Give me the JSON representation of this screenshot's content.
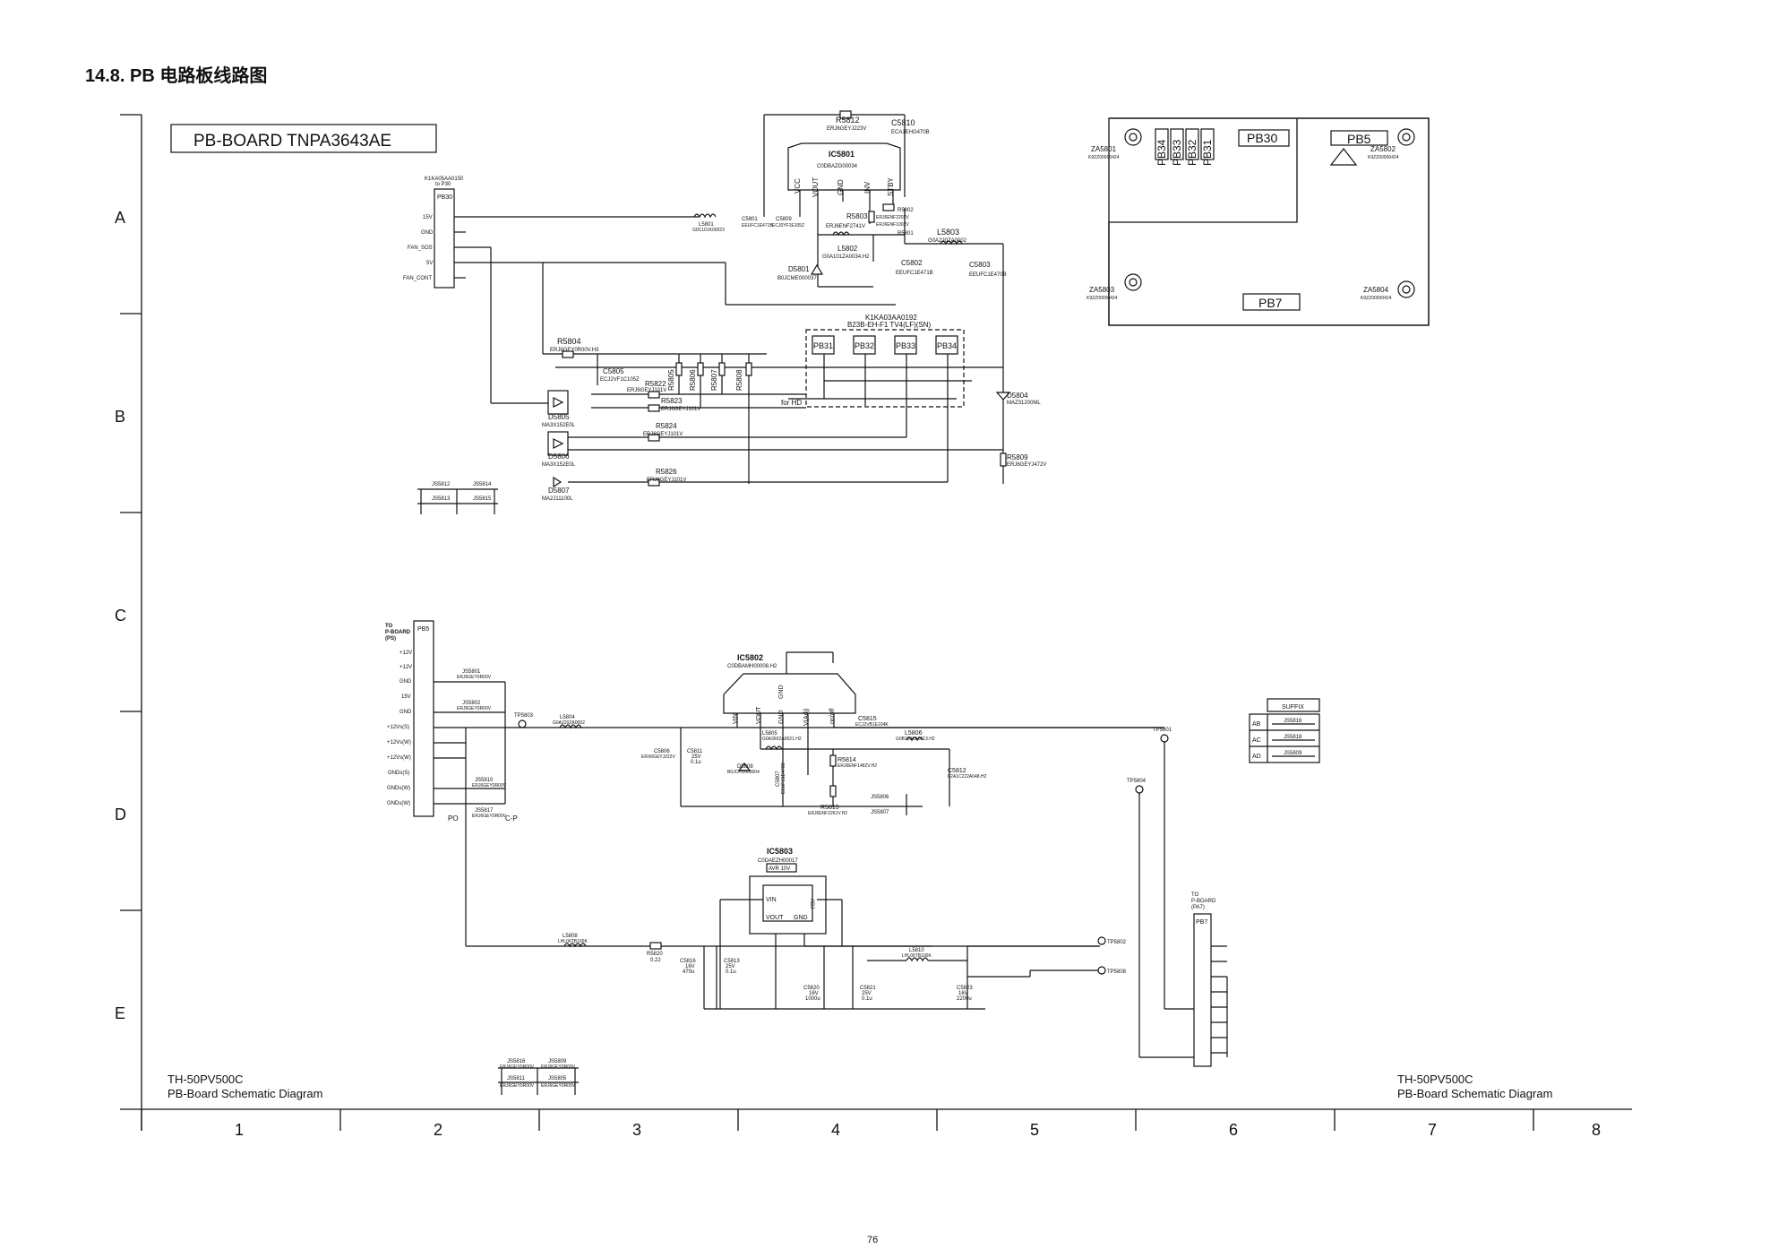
{
  "section_heading": "14.8. PB 电路板线路图",
  "board_title": "PB-BOARD TNPA3643AE",
  "row_labels": [
    "A",
    "B",
    "C",
    "D",
    "E"
  ],
  "col_labels": [
    "1",
    "2",
    "3",
    "4",
    "5",
    "6",
    "7",
    "8"
  ],
  "page_number": "76",
  "footer_left": {
    "model": "TH-50PV500C",
    "caption": "PB-Board Schematic Diagram"
  },
  "footer_right": {
    "model": "TH-50PV500C",
    "caption": "PB-Board Schematic Diagram"
  },
  "connector_pb30": {
    "part": "K1KA05AA0150",
    "note": "to P30",
    "name": "PB30",
    "pins": [
      "15V",
      "GND",
      "FAN_SOS",
      "5V",
      "FAN_CONT"
    ]
  },
  "ic5801": {
    "ref": "IC5801",
    "part": "C0DBAZG00034",
    "pins": [
      "VCC",
      "VOUT",
      "GND",
      "INV",
      "STBY"
    ]
  },
  "upper_parts": {
    "r5812": "R5812",
    "r5812_val": "ERJ6GEYJ223V",
    "c5810": "C5810",
    "c5810_val": "ECA1EHG470B",
    "l5801": "L5801",
    "l5801_val": "G0C101K00023",
    "c5801": "C5801",
    "c5801_val": "EEUFC1E471B",
    "c5809": "C5809",
    "c5809_val": "ECJ0YF1E105Z",
    "r5803": "R5803",
    "r5803_val": "ERJ6ENF2741V",
    "r5802": "R5802",
    "r5802_val": "ERJ6ENF2202V",
    "r5801": "R5801",
    "r5801_val": "ERJ6ENF1002V",
    "l5802": "L5802",
    "l5802_val": "G0A101ZA0034.H2",
    "d5801": "D5801",
    "d5801_val": "B0JCME000037",
    "l5803": "L5803",
    "l5803_val": "G0A220ZA0002",
    "c5802": "C5802",
    "c5802_val": "EEUFC1E471B",
    "c5803": "C5803",
    "c5803_val": "EEUFC1E470B"
  },
  "connector_hd": {
    "part": "K1KA03AA0192",
    "note": "B23B-EH-F1 TV4(LF)(SN)",
    "names": [
      "PB31",
      "PB32",
      "PB33",
      "PB34"
    ],
    "for_label": "for HD"
  },
  "mid_parts": {
    "r5804": "R5804",
    "r5804_val": "ERJ6GEY0R00V.H3",
    "c5805": "C5805",
    "c5805_val": "ECJ2VF1C105Z",
    "r5822": "R5822",
    "r5822_val": "ERJ6GEYJ101V",
    "r5823": "R5823",
    "r5823_val": "ERJ6GEYJ101V",
    "r5805": "R5805",
    "r5806": "R5806",
    "r5807": "R5807",
    "r5808": "R5808",
    "d5805": "D5805",
    "d5805_val": "MA3X152E0L",
    "d5806": "D5806",
    "d5806_val": "MA3X152E0L",
    "r5824": "R5824",
    "r5824_val": "ERJ6GEYJ101V",
    "r5826": "R5826",
    "r5826_val": "ERJ6GEYJ101V",
    "d5807": "D5807",
    "d5807_val": "MA2J11100L",
    "d5804": "D5804",
    "d5804_val": "MAZ31200ML",
    "r5809": "R5809",
    "r5809_val": "ERJ6GEYJ472V"
  },
  "jumpers_a": [
    "JS5812",
    "JS5814",
    "JS5813",
    "JS5815"
  ],
  "board_view": {
    "connectors": [
      "PB34",
      "PB33",
      "PB32",
      "PB31",
      "PB30",
      "PB5",
      "PB7"
    ],
    "za5801": "ZA5801",
    "za5802": "ZA5802",
    "za5803": "ZA5803",
    "za5804": "ZA5804",
    "za_part": "K9ZZ00000424"
  },
  "connector_pb5": {
    "to": "TO",
    "to2": "P-BOARD",
    "to3": "(PS)",
    "name": "PB5",
    "pins": [
      "+12V",
      "+12V",
      "GND",
      "15V",
      "GND",
      "+12Vs(S)",
      "+12Vs(W)",
      "+12Vs(W)",
      "GNDs(S)",
      "GNDs(W)",
      "GNDs(W)"
    ],
    "js5801": "JS5801",
    "js5801_val": "ERJ6GEY0R00V",
    "js5802": "JS5802",
    "js5802_val": "ERJ6GEY0R00V",
    "js5810": "JS5810",
    "js5810_val": "ERJ6GEY0R00V",
    "js5817": "JS5817",
    "js5817_val": "ERJ6GEY0R00V",
    "po": "PO",
    "cp": "C-P"
  },
  "ic5802": {
    "ref": "IC5802",
    "part": "C0DBAMH00008.H2",
    "pins": [
      "VIN",
      "VOUT",
      "GND",
      "GND",
      "V(Adj)",
      "on/off"
    ]
  },
  "lower_parts": {
    "tp5803": "TP5803",
    "tp5801": "TP5801",
    "tp5804": "TP5804",
    "tp5802": "TP5802",
    "tp5808": "TP5808",
    "l5804": "L5804",
    "l5804_val": "G0A220ZA0002",
    "c5806": "C5806",
    "c5806_val": "ERX6GEYJ222V",
    "c5811": "C5811",
    "c5811_v": "25V",
    "c5811_c": "0.1u",
    "l5805": "L5805",
    "l5805_val": "G0A390ZA0021.H2",
    "d5808": "D5808",
    "d5808_val": "B0JCPD000004",
    "c5807": "C5807",
    "c5807_val": "EEUFC1E470B",
    "c5815": "C5815",
    "c5815_val": "ECJ2VB1E104K",
    "l5806": "L5806",
    "l5806_val": "G0B150ZA0013.H2",
    "r5814": "R5814",
    "r5814_val": "ERJ6ENF1482V.H2",
    "c5812": "C5812",
    "c5812_val": "F2A1C222A048.H2",
    "r5815": "R5815",
    "r5815_val": "ERJ6ENF2261V.H2",
    "js5806": "JS5806",
    "js5807": "JS5807"
  },
  "suffix_table": {
    "title": "SUFFIX",
    "rows": [
      {
        "code": "AB",
        "part": "JS5816"
      },
      {
        "code": "AC",
        "part": "JS5818"
      },
      {
        "code": "AD",
        "part": "JS5809"
      }
    ]
  },
  "ic5803": {
    "ref": "IC5803",
    "part": "C0DAEZH00017",
    "note": "AVR 10V",
    "pins": [
      "VIN",
      "VOUT",
      "GND",
      "ADJ"
    ]
  },
  "bottom_parts": {
    "l5808": "L5808",
    "l5808_val": "LHL06TB100K",
    "r5820": "R5820",
    "r5820_val": "0.22",
    "c5816": "C5816",
    "c5816_v": "16V",
    "c5816_c": "470u",
    "c5813": "C5813",
    "c5813_v": "25V",
    "c5813_c": "0.1u",
    "c5820": "C5820",
    "c5820_v": "16V",
    "c5820_c": "1000u",
    "c5821": "C5821",
    "c5821_v": "25V",
    "c5821_c": "0.1u",
    "l5810": "L5810",
    "l5810_val": "LHL06TB100K",
    "c5823": "C5823",
    "c5823_v": "16V",
    "c5823_c": "2200u"
  },
  "connector_pb7": {
    "to": "TO",
    "to2": "P-BOARD",
    "to3": "(PA7)",
    "name": "PB7"
  },
  "jumpers_e": [
    {
      "ref": "JS5816",
      "val": "ERJ6GEY0R00V"
    },
    {
      "ref": "JS5809",
      "val": "ERJ6GEY0R00V"
    },
    {
      "ref": "JS5811",
      "val": "ERJ6GEY0R00V"
    },
    {
      "ref": "JS5805",
      "val": "ERJ6GEY0R00V"
    }
  ]
}
